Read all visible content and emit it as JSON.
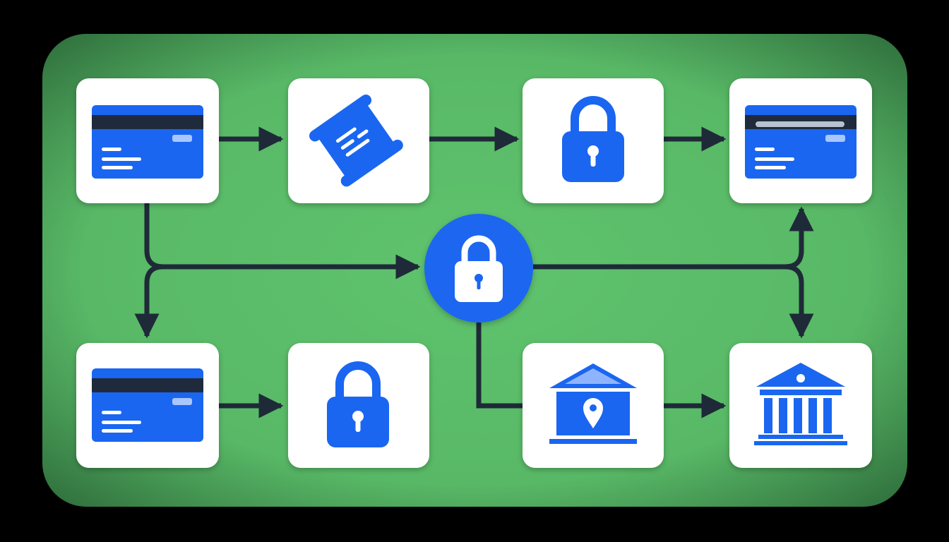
{
  "colors": {
    "background": "#000000",
    "panel_center": "#5fc36d",
    "panel_edge": "#3d8a4c",
    "tile": "#ffffff",
    "accent_blue": "#1a66f0",
    "card_stripe": "#1f2b3c",
    "connector": "#1e2a38"
  },
  "nodes": [
    {
      "id": "card-1",
      "icon": "credit-card-icon"
    },
    {
      "id": "receipt",
      "icon": "receipt-scroll-icon"
    },
    {
      "id": "lock-1",
      "icon": "padlock-icon"
    },
    {
      "id": "card-2",
      "icon": "credit-card-icon"
    },
    {
      "id": "hub",
      "icon": "padlock-icon"
    },
    {
      "id": "card-3",
      "icon": "credit-card-icon"
    },
    {
      "id": "lock-2",
      "icon": "padlock-icon"
    },
    {
      "id": "bank-location",
      "icon": "bank-location-icon"
    },
    {
      "id": "bank",
      "icon": "bank-building-icon"
    }
  ]
}
